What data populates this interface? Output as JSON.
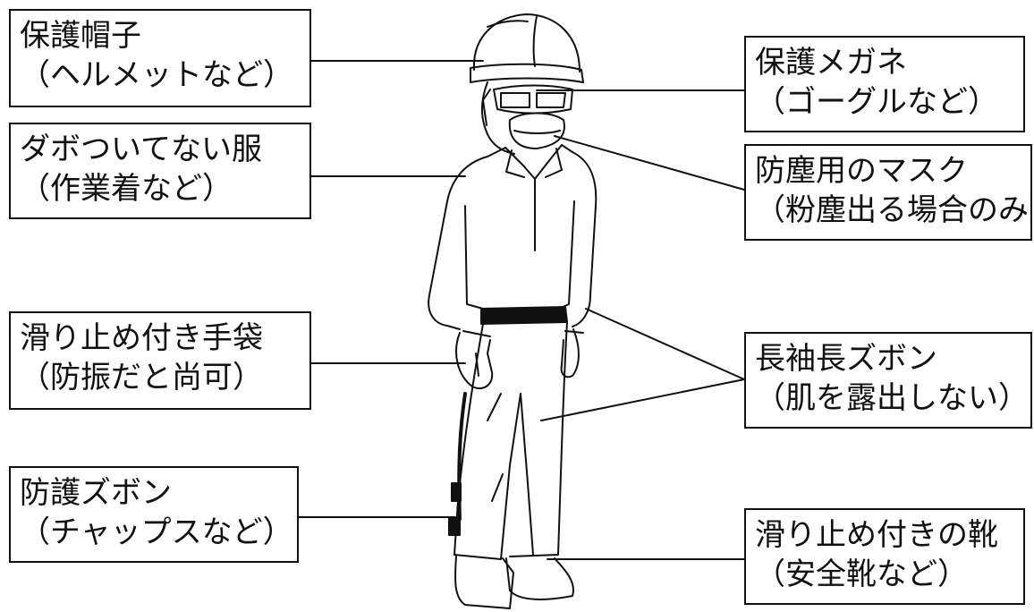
{
  "labels": {
    "helmet": {
      "line1": "保護帽子",
      "line2": "（ヘルメットなど）"
    },
    "clothes": {
      "line1": "ダボついてない服",
      "line2": "（作業着など）"
    },
    "gloves": {
      "line1": "滑り止め付き手袋",
      "line2": "（防振だと尚可）"
    },
    "chaps": {
      "line1": "防護ズボン",
      "line2": "（チャップスなど）"
    },
    "goggles": {
      "line1": "保護メガネ",
      "line2": "（ゴーグルなど）"
    },
    "mask": {
      "line1": "防塵用のマスク",
      "line2": "（粉塵出る場合のみ）"
    },
    "sleeves": {
      "line1": "長袖長ズボン",
      "line2": "（肌を露出しない）"
    },
    "boots": {
      "line1": "滑り止め付きの靴",
      "line2": "（安全靴など）"
    }
  },
  "colors": {
    "ink": "#111111",
    "background": "#ffffff"
  }
}
